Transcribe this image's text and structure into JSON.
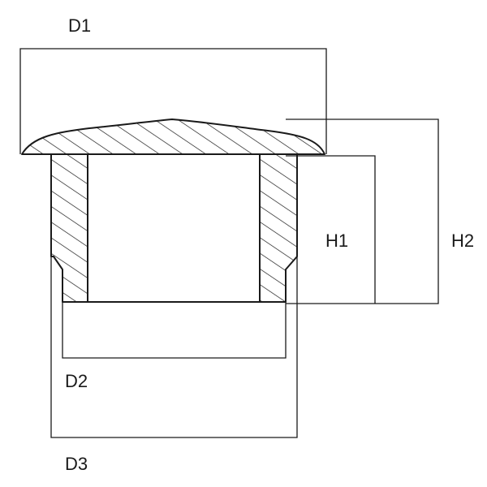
{
  "drawing": {
    "labels": {
      "d1": "D1",
      "d2": "D2",
      "d3": "D3",
      "h1": "H1",
      "h2": "H2"
    },
    "line_color": "#1a1a1a",
    "background": "#ffffff"
  }
}
